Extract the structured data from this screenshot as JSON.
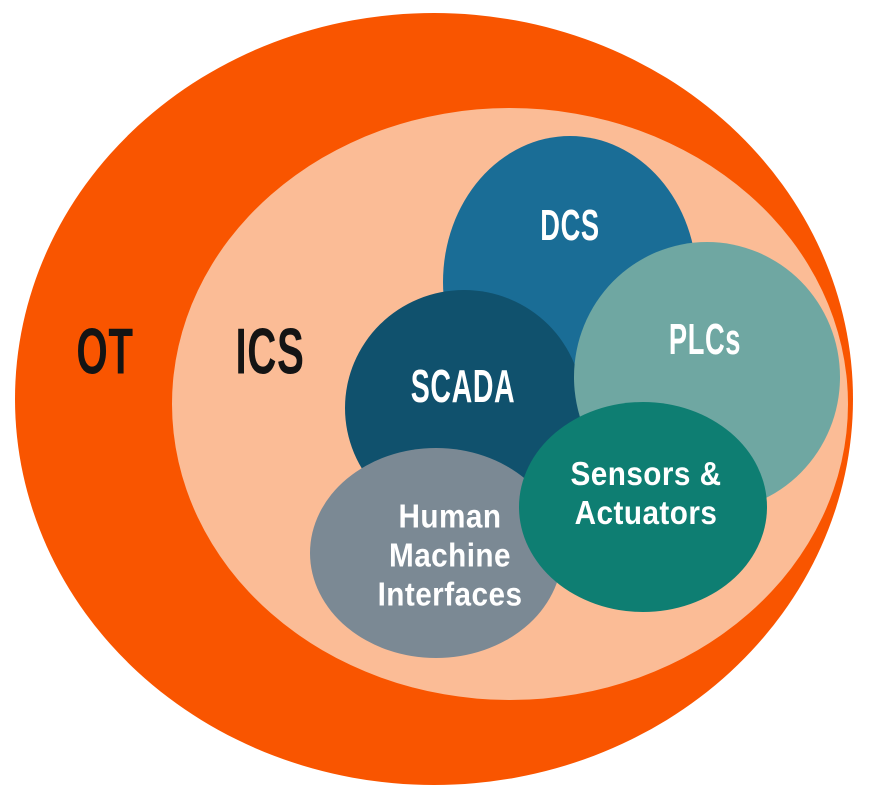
{
  "diagram": {
    "type": "nested-venn",
    "background": "#FFFFFF",
    "ot": {
      "label": "OT",
      "color": "#F95500",
      "text_color": "#141414"
    },
    "ics": {
      "label": "ICS",
      "color": "#FBBC96",
      "text_color": "#141414"
    },
    "dcs": {
      "label": "DCS",
      "color": "#1A6D96",
      "text_color": "#FFFFFF"
    },
    "scada": {
      "label": "SCADA",
      "color": "#10516D",
      "text_color": "#FFFFFF"
    },
    "plcs": {
      "label": "PLCs",
      "color": "#6FA7A2",
      "text_color": "#FFFFFF"
    },
    "sensors": {
      "label_lines": [
        "Sensors &",
        "Actuators"
      ],
      "color": "#0E7E72",
      "text_color": "#FFFFFF"
    },
    "hmi": {
      "label_lines": [
        "Human",
        "Machine",
        "Interfaces"
      ],
      "color": "#7B8994",
      "text_color": "#FFFFFF"
    }
  }
}
